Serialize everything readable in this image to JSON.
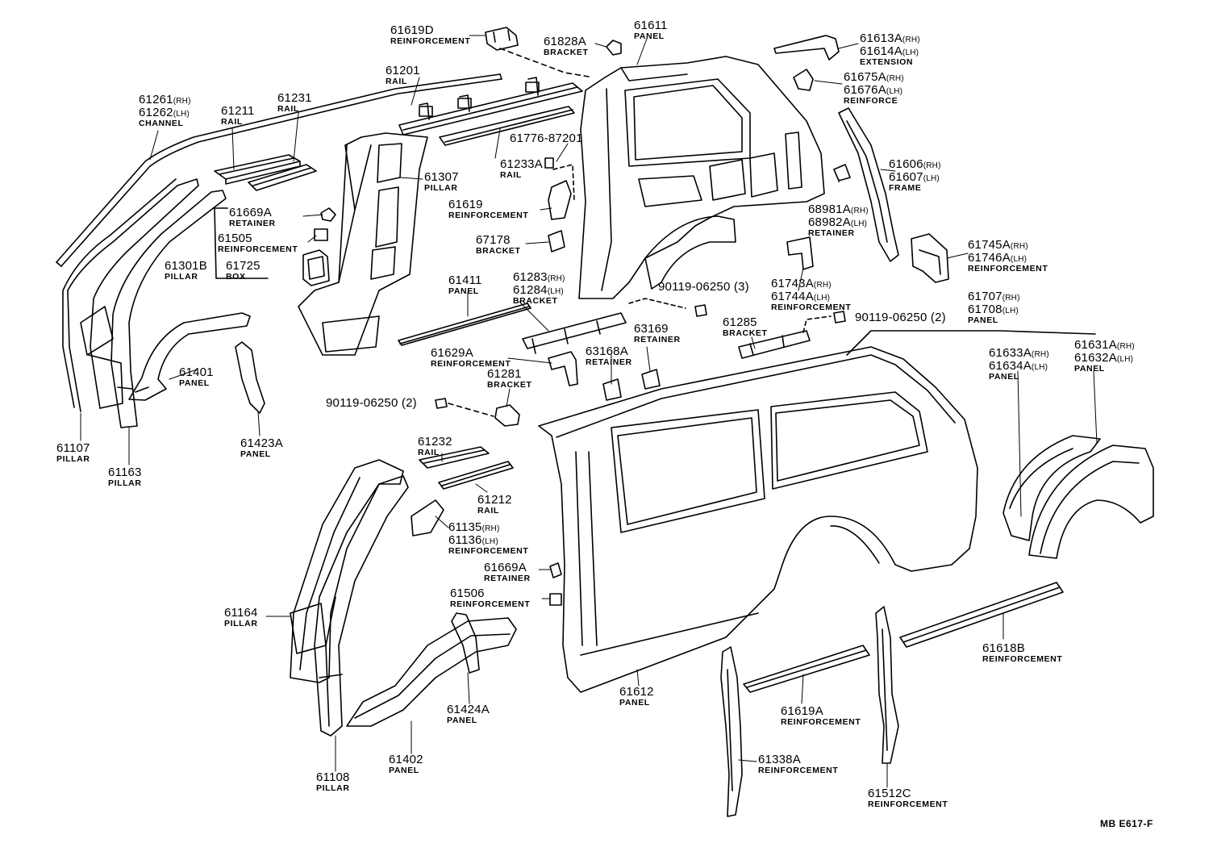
{
  "diagram_code": "MB E617-F",
  "parts": [
    {
      "id": "p61619D",
      "numbers": [
        "61619D"
      ],
      "name": "REINFORCEMENT"
    },
    {
      "id": "p61828A",
      "numbers": [
        "61828A"
      ],
      "name": "BRACKET"
    },
    {
      "id": "p61611",
      "numbers": [
        "61611"
      ],
      "name": "PANEL"
    },
    {
      "id": "p61613A",
      "numbers": [
        "61613A(RH)",
        "61614A(LH)"
      ],
      "name": "EXTENSION"
    },
    {
      "id": "p61675A",
      "numbers": [
        "61675A(RH)",
        "61676A(LH)"
      ],
      "name": "REINFORCE"
    },
    {
      "id": "p61201",
      "numbers": [
        "61201"
      ],
      "name": "RAIL"
    },
    {
      "id": "p61261",
      "numbers": [
        "61261(RH)",
        "61262(LH)"
      ],
      "name": "CHANNEL"
    },
    {
      "id": "p61211",
      "numbers": [
        "61211"
      ],
      "name": "RAIL"
    },
    {
      "id": "p61231",
      "numbers": [
        "61231"
      ],
      "name": "RAIL"
    },
    {
      "id": "p61776",
      "numbers": [
        "61776-87201"
      ],
      "name": ""
    },
    {
      "id": "p61233A",
      "numbers": [
        "61233A"
      ],
      "name": "RAIL"
    },
    {
      "id": "p61307",
      "numbers": [
        "61307"
      ],
      "name": "PILLAR"
    },
    {
      "id": "p61606",
      "numbers": [
        "61606(RH)",
        "61607(LH)"
      ],
      "name": "FRAME"
    },
    {
      "id": "p61619",
      "numbers": [
        "61619"
      ],
      "name": "REINFORCEMENT"
    },
    {
      "id": "p68981A",
      "numbers": [
        "68981A(RH)",
        "68982A(LH)"
      ],
      "name": "RETAINER"
    },
    {
      "id": "p61669A_top",
      "numbers": [
        "61669A"
      ],
      "name": "RETAINER"
    },
    {
      "id": "p61505",
      "numbers": [
        "61505"
      ],
      "name": "REINFORCEMENT"
    },
    {
      "id": "p67178",
      "numbers": [
        "67178"
      ],
      "name": "BRACKET"
    },
    {
      "id": "p61745A",
      "numbers": [
        "61745A(RH)",
        "61746A(LH)"
      ],
      "name": "REINFORCEMENT"
    },
    {
      "id": "p61301B",
      "numbers": [
        "61301B"
      ],
      "name": "PILLAR"
    },
    {
      "id": "p61725",
      "numbers": [
        "61725"
      ],
      "name": "BOX"
    },
    {
      "id": "p61411",
      "numbers": [
        "61411"
      ],
      "name": "PANEL"
    },
    {
      "id": "p61283",
      "numbers": [
        "61283(RH)",
        "61284(LH)"
      ],
      "name": "BRACKET"
    },
    {
      "id": "p90119_3",
      "numbers": [
        "90119-06250 (3)"
      ],
      "name": ""
    },
    {
      "id": "p61743A",
      "numbers": [
        "61743A(RH)",
        "61744A(LH)"
      ],
      "name": "REINFORCEMENT"
    },
    {
      "id": "p61707",
      "numbers": [
        "61707(RH)",
        "61708(LH)"
      ],
      "name": "PANEL"
    },
    {
      "id": "p90119_2b",
      "numbers": [
        "90119-06250 (2)"
      ],
      "name": ""
    },
    {
      "id": "p61285",
      "numbers": [
        "61285"
      ],
      "name": "BRACKET"
    },
    {
      "id": "p63169",
      "numbers": [
        "63169"
      ],
      "name": "RETAINER"
    },
    {
      "id": "p61401",
      "numbers": [
        "61401"
      ],
      "name": "PANEL"
    },
    {
      "id": "p61629A",
      "numbers": [
        "61629A"
      ],
      "name": "REINFORCEMENT"
    },
    {
      "id": "p63168A",
      "numbers": [
        "63168A"
      ],
      "name": "RETAINER"
    },
    {
      "id": "p61633A",
      "numbers": [
        "61633A(RH)",
        "61634A(LH)"
      ],
      "name": "PANEL"
    },
    {
      "id": "p61631A",
      "numbers": [
        "61631A(RH)",
        "61632A(LH)"
      ],
      "name": "PANEL"
    },
    {
      "id": "p61281",
      "numbers": [
        "61281"
      ],
      "name": "BRACKET"
    },
    {
      "id": "p90119_2a",
      "numbers": [
        "90119-06250 (2)"
      ],
      "name": ""
    },
    {
      "id": "p61423A",
      "numbers": [
        "61423A"
      ],
      "name": "PANEL"
    },
    {
      "id": "p61107",
      "numbers": [
        "61107"
      ],
      "name": "PILLAR"
    },
    {
      "id": "p61163",
      "numbers": [
        "61163"
      ],
      "name": "PILLAR"
    },
    {
      "id": "p61232",
      "numbers": [
        "61232"
      ],
      "name": "RAIL"
    },
    {
      "id": "p61212",
      "numbers": [
        "61212"
      ],
      "name": "RAIL"
    },
    {
      "id": "p61135",
      "numbers": [
        "61135(RH)",
        "61136(LH)"
      ],
      "name": "REINFORCEMENT"
    },
    {
      "id": "p61669A_low",
      "numbers": [
        "61669A"
      ],
      "name": "RETAINER"
    },
    {
      "id": "p61506",
      "numbers": [
        "61506"
      ],
      "name": "REINFORCEMENT"
    },
    {
      "id": "p61164",
      "numbers": [
        "61164"
      ],
      "name": "PILLAR"
    },
    {
      "id": "p61618B",
      "numbers": [
        "61618B"
      ],
      "name": "REINFORCEMENT"
    },
    {
      "id": "p61612",
      "numbers": [
        "61612"
      ],
      "name": "PANEL"
    },
    {
      "id": "p61424A",
      "numbers": [
        "61424A"
      ],
      "name": "PANEL"
    },
    {
      "id": "p61619A",
      "numbers": [
        "61619A"
      ],
      "name": "REINFORCEMENT"
    },
    {
      "id": "p61402",
      "numbers": [
        "61402"
      ],
      "name": "PANEL"
    },
    {
      "id": "p61108",
      "numbers": [
        "61108"
      ],
      "name": "PILLAR"
    },
    {
      "id": "p61338A",
      "numbers": [
        "61338A"
      ],
      "name": "REINFORCEMENT"
    },
    {
      "id": "p61512C",
      "numbers": [
        "61512C"
      ],
      "name": "REINFORCEMENT"
    }
  ]
}
